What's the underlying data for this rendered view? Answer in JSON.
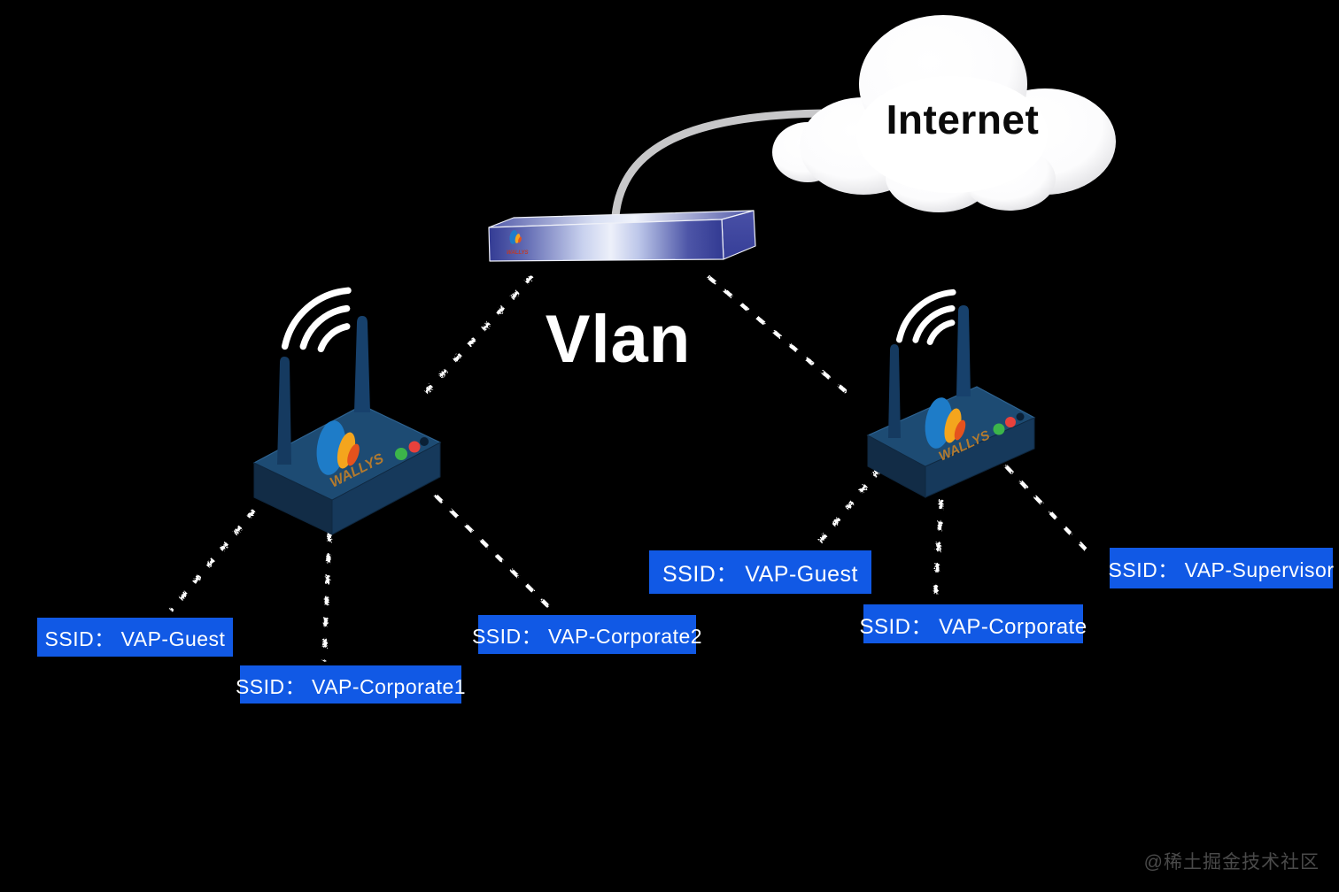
{
  "page": {
    "background": "#000000",
    "watermark": "@稀土掘金技术社区"
  },
  "diagram": {
    "title": "Vlan",
    "cloud_label": "Internet",
    "brand": "WALLYS",
    "left_ap": "wireless access point with two antennas",
    "right_ap": "wireless access point with two antennas",
    "switch": "vlan switch connected to internet cloud"
  },
  "ssid_labels": [
    {
      "id": "left-vap-guest",
      "text": "SSID： VAP-Guest"
    },
    {
      "id": "left-vap-corporate1",
      "text": "SSID： VAP-Corporate1"
    },
    {
      "id": "left-vap-corporate2",
      "text": "SSID： VAP-Corporate2"
    },
    {
      "id": "right-vap-guest",
      "text": "SSID： VAP-Guest"
    },
    {
      "id": "right-vap-corporate",
      "text": "SSID： VAP-Corporate"
    },
    {
      "id": "right-vap-supervisor",
      "text": "SSID： VAP-Supervisor"
    }
  ],
  "colors": {
    "ssid_label_background": "#1159e5",
    "ssid_label_text": "#ffffff",
    "ap_body_top": "#1d4b73",
    "ap_body_front_left": "#122c46",
    "ap_body_front_right": "#16395b",
    "switch_blue": "#3a42a0",
    "led_green": "#3cb54a",
    "led_red": "#e8413c",
    "link_dash": "#ffffff",
    "uplink_gray": "#c7c7c9",
    "cloud_white": "#ffffff",
    "logo_blue": "#1e7cc8",
    "logo_yellow": "#f4a51d",
    "logo_orange": "#e5521d",
    "brand_gold": "#b37a2e"
  }
}
